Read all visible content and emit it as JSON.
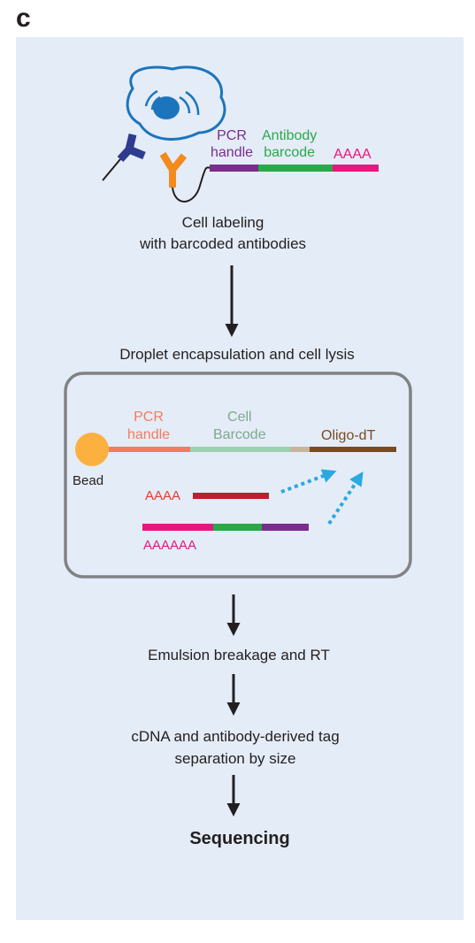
{
  "panel_letter": "c",
  "step1": {
    "pcr_handle": [
      "PCR",
      "handle"
    ],
    "antibody_barcode": [
      "Antibody",
      "barcode"
    ],
    "polya": "AAAA",
    "caption": [
      "Cell labeling",
      "with barcoded antibodies"
    ]
  },
  "step2": {
    "title": "Droplet encapsulation and cell lysis",
    "pcr_handle": [
      "PCR",
      "handle"
    ],
    "cell_barcode": [
      "Cell",
      "Barcode"
    ],
    "oligo_dt": "Oligo-dT",
    "bead": "Bead",
    "mrna_polya": "AAAA",
    "adt_polya": "AAAAAA"
  },
  "step3": "Emulsion breakage and RT",
  "step4": [
    "cDNA and antibody-derived tag",
    "separation by size"
  ],
  "step5": "Sequencing",
  "colors": {
    "background": "#e4ecf7",
    "purple": "#7b2d8e",
    "green": "#2aa84a",
    "magenta": "#e6177e",
    "orange": "#f28a1e",
    "navy": "#2e3b8f",
    "salmon": "#f47b5e",
    "light_green": "#9bd3ae",
    "tan": "#c8b49a",
    "brown": "#7a4a22",
    "red": "#e63a2e",
    "dark_red": "#be1e2d",
    "cyan": "#29a9e1",
    "bead": "#fbb040"
  }
}
